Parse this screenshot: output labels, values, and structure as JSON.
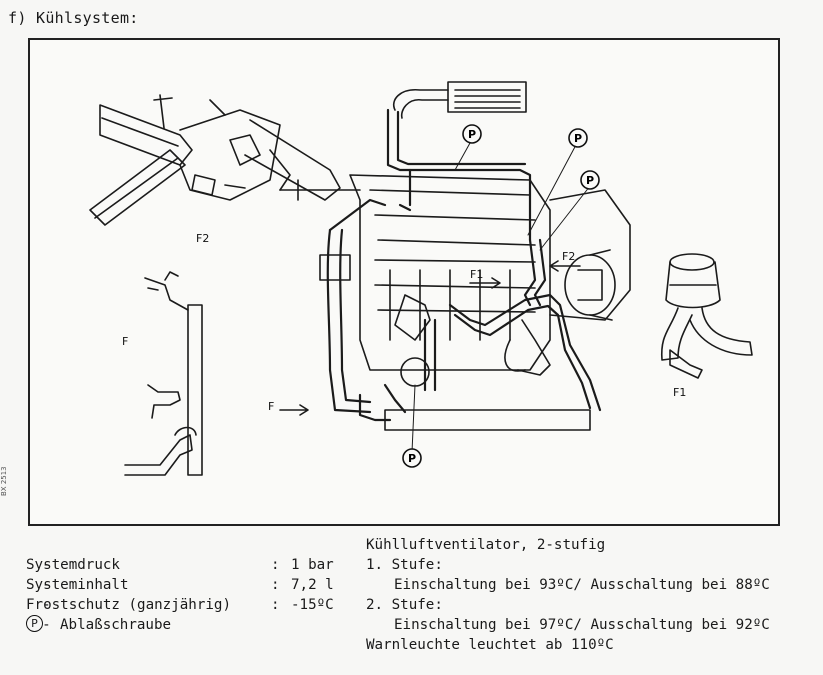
{
  "section_heading": "f) Kühlsystem:",
  "diagram": {
    "labels": {
      "f2_top": "F2",
      "f_left": "F",
      "f1_engine": "F1",
      "f2_engine": "F2",
      "f_arrow": "F",
      "f1_right": "F1",
      "drain_marker": "P"
    }
  },
  "side_code": "BX 2513",
  "specs_left": [
    {
      "dash": "-",
      "label": "Systemdruck",
      "colon": ":",
      "value": "1 bar"
    },
    {
      "dash": "-",
      "label": "Systeminhalt",
      "colon": ":",
      "value": "7,2 l"
    },
    {
      "dash": "-",
      "label": "Frostschutz (ganzjährig)",
      "colon": ":",
      "value": "-15ºC"
    },
    {
      "dash": "-",
      "symbol": "P",
      "label": "Ablaßschraube"
    }
  ],
  "fan": {
    "title": "Kühlluftventilator, 2-stufig",
    "stage1_heading": "1. Stufe:",
    "stage1_text": "Einschaltung bei 93ºC/ Ausschaltung bei 88ºC",
    "stage2_heading": "2. Stufe:",
    "stage2_text": "Einschaltung bei 97ºC/ Ausschaltung bei 92ºC",
    "warning": "Warnleuchte leuchtet ab 110ºC"
  }
}
